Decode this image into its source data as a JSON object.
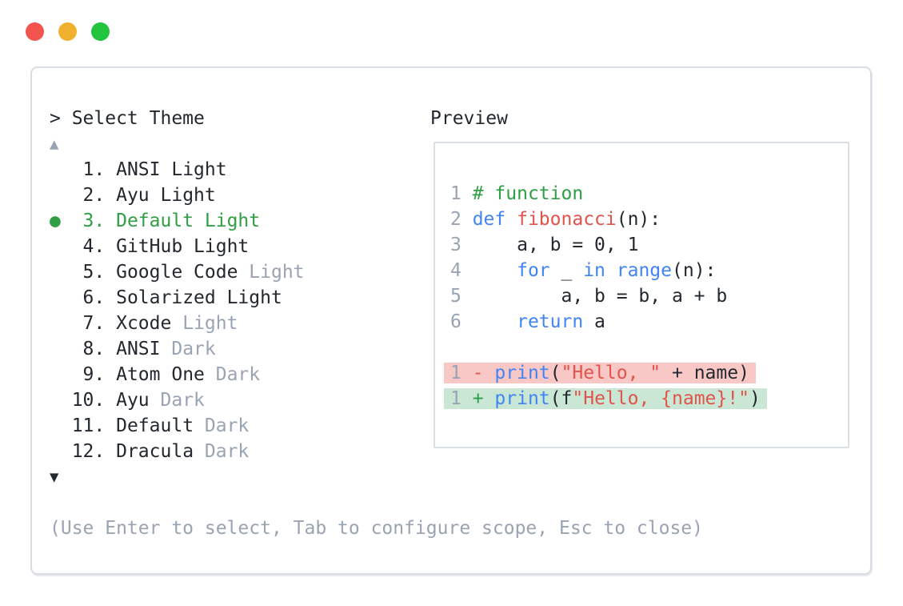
{
  "window_controls": {
    "close_color": "#f4544e",
    "minimize_color": "#f0b02e",
    "zoom_color": "#22c33d"
  },
  "colors": {
    "dark": "#23282f",
    "gray": "#9aa3b2",
    "green": "#2f9e44",
    "blue": "#4184f3",
    "red": "#e0544c",
    "removed_bg": "#f8c8c6",
    "added_bg": "#c9e7d4",
    "border": "#d8dde4"
  },
  "theme_picker": {
    "prompt": "> Select Theme",
    "scroll_up_icon": "▲",
    "scroll_down_icon": "▼",
    "selected_bullet": "●",
    "items": [
      {
        "number": 1,
        "name": "ANSI Light",
        "muted": "",
        "selected": false
      },
      {
        "number": 2,
        "name": "Ayu Light",
        "muted": "",
        "selected": false
      },
      {
        "number": 3,
        "name": "Default Light",
        "muted": "",
        "selected": true
      },
      {
        "number": 4,
        "name": "GitHub Light",
        "muted": "",
        "selected": false
      },
      {
        "number": 5,
        "name": "Google Code",
        "muted": "Light",
        "selected": false
      },
      {
        "number": 6,
        "name": "Solarized Light",
        "muted": "",
        "selected": false
      },
      {
        "number": 7,
        "name": "Xcode",
        "muted": "Light",
        "selected": false
      },
      {
        "number": 8,
        "name": "ANSI",
        "muted": "Dark",
        "selected": false
      },
      {
        "number": 9,
        "name": "Atom One",
        "muted": "Dark",
        "selected": false
      },
      {
        "number": 10,
        "name": "Ayu",
        "muted": "Dark",
        "selected": false
      },
      {
        "number": 11,
        "name": "Default",
        "muted": "Dark",
        "selected": false
      },
      {
        "number": 12,
        "name": "Dracula",
        "muted": "Dark",
        "selected": false
      }
    ],
    "hint": "(Use Enter to select, Tab to configure scope, Esc to close)"
  },
  "preview": {
    "title": "Preview",
    "lines": [
      {
        "bg": null,
        "segments": [
          {
            "t": "1 ",
            "c": "gray"
          },
          {
            "t": "# function",
            "c": "green"
          }
        ]
      },
      {
        "bg": null,
        "segments": [
          {
            "t": "2 ",
            "c": "gray"
          },
          {
            "t": "def",
            "c": "blue"
          },
          {
            "t": " ",
            "c": "dark"
          },
          {
            "t": "fibonacci",
            "c": "red"
          },
          {
            "t": "(n):",
            "c": "dark"
          }
        ]
      },
      {
        "bg": null,
        "segments": [
          {
            "t": "3 ",
            "c": "gray"
          },
          {
            "t": "    a, b = 0, 1",
            "c": "dark"
          }
        ]
      },
      {
        "bg": null,
        "segments": [
          {
            "t": "4 ",
            "c": "gray"
          },
          {
            "t": "    ",
            "c": "dark"
          },
          {
            "t": "for",
            "c": "blue"
          },
          {
            "t": " _ ",
            "c": "dark"
          },
          {
            "t": "in",
            "c": "blue"
          },
          {
            "t": " ",
            "c": "dark"
          },
          {
            "t": "range",
            "c": "blue"
          },
          {
            "t": "(n):",
            "c": "dark"
          }
        ]
      },
      {
        "bg": null,
        "segments": [
          {
            "t": "5 ",
            "c": "gray"
          },
          {
            "t": "        a, b = b, a + b",
            "c": "dark"
          }
        ]
      },
      {
        "bg": null,
        "segments": [
          {
            "t": "6 ",
            "c": "gray"
          },
          {
            "t": "    ",
            "c": "dark"
          },
          {
            "t": "return",
            "c": "blue"
          },
          {
            "t": " a",
            "c": "dark"
          }
        ]
      },
      {
        "blank": true
      },
      {
        "bg": "removed",
        "segments": [
          {
            "t": "1 ",
            "c": "gray"
          },
          {
            "t": "-",
            "c": "red"
          },
          {
            "t": " ",
            "c": "dark"
          },
          {
            "t": "print",
            "c": "blue"
          },
          {
            "t": "(",
            "c": "dark"
          },
          {
            "t": "\"Hello, \"",
            "c": "red"
          },
          {
            "t": " + name)",
            "c": "dark"
          }
        ]
      },
      {
        "bg": "added",
        "segments": [
          {
            "t": "1 ",
            "c": "gray"
          },
          {
            "t": "+",
            "c": "green"
          },
          {
            "t": " ",
            "c": "dark"
          },
          {
            "t": "print",
            "c": "blue"
          },
          {
            "t": "(f",
            "c": "dark"
          },
          {
            "t": "\"Hello, {name}!\"",
            "c": "red"
          },
          {
            "t": ")",
            "c": "dark"
          }
        ]
      }
    ]
  }
}
